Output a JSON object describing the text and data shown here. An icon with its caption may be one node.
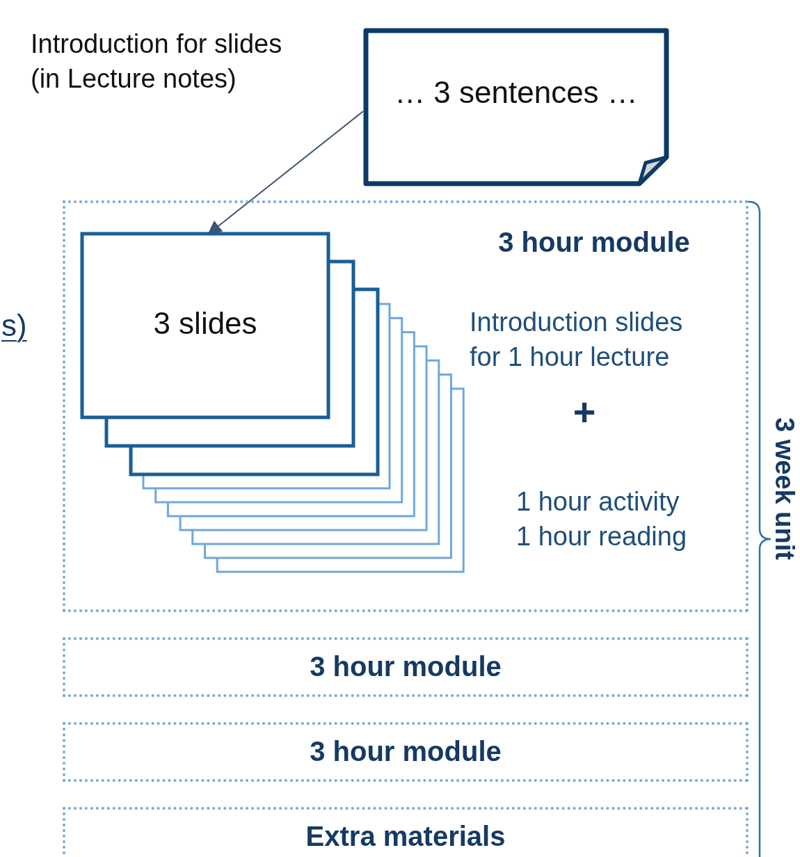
{
  "diagram": {
    "nodes": [
      {
        "text": [
          "Introduction for slides (in Lecture notes)",
          "… 3 sentences …"
        ]
      },
      {
        "text": [
          "3 hour module",
          "Introduction slides for 1 hour lecture",
          "+",
          "1 hour activity 1 hour reading"
        ]
      },
      {
        "text": [
          "3 slides"
        ],
        "in": 1
      },
      {
        "text": [
          "3 hour module"
        ]
      },
      {
        "text": [
          "3 hour module"
        ]
      },
      {
        "text": [
          "Extra materials"
        ]
      }
    ],
    "edges": [
      {
        "from": 0,
        "to": 2,
        "arrow": "to"
      }
    ],
    "labels": [
      "s)",
      "3 week unit"
    ]
  }
}
